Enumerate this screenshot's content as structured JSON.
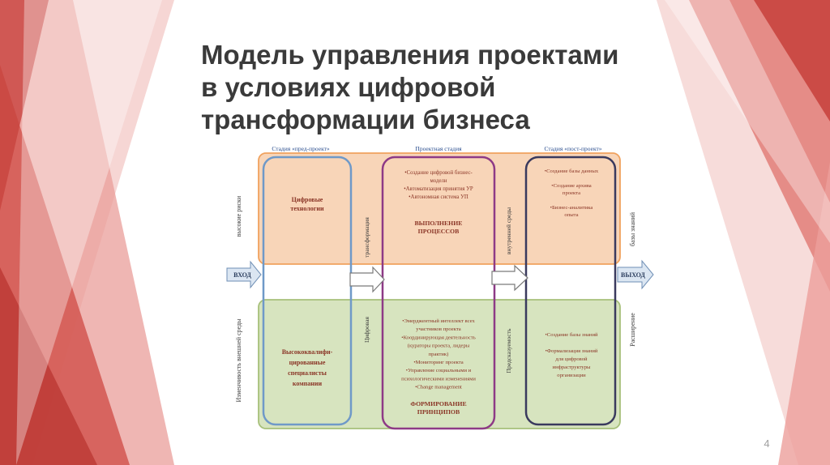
{
  "title": {
    "line1": "Модель управления проектами",
    "line2": "в условиях цифровой",
    "line3": "трансформации бизнеса"
  },
  "page_number": "4",
  "colors": {
    "accent": "#c8443f",
    "orange_zone": "#f8d5b8",
    "orange_border": "#f0a25e",
    "green_zone": "#d7e4bf",
    "green_border": "#a7c07a",
    "pre_col_border": "#6f99c8",
    "mid_col_border": "#8e3a86",
    "post_col_border": "#3a3a5e",
    "header_text": "#2c4f8f",
    "body_text": "#8a3526"
  },
  "diagram": {
    "stage_pre": "Стадия «пред-проект»",
    "stage_mid": "Проектная стадия",
    "stage_post": "Стадия «пост-проект»",
    "left_top_vertical": "высокие риски",
    "left_bottom_vertical": "Изменчивость внешней среды",
    "right_top_vertical": "базы знаний",
    "right_bottom_vertical": "Расширение",
    "gap1_top_vertical": "трансформация",
    "gap1_bottom_vertical": "Цифровая",
    "gap2_top_vertical": "внутренней среды",
    "gap2_bottom_vertical": "Предсказуемость",
    "input_label": "ВХОД",
    "output_label": "ВЫХОД",
    "pre_top": [
      "Цифровые",
      "технологии"
    ],
    "pre_bottom": [
      "Высококвалифи-",
      "цированные",
      "специалисты",
      "компании"
    ],
    "mid_top_items": [
      "•Создание цифровой бизнес-",
      "модели",
      "•Автоматизация принятия УР",
      "•Автономная система УП"
    ],
    "mid_top_heading": [
      "ВЫПОЛНЕНИЕ",
      "ПРОЦЕССОВ"
    ],
    "mid_bottom_items": [
      "•Эмерджентный интеллект всех",
      "участников проекта",
      "•Координирующая деятельность",
      "(кураторы проекта, лидеры",
      "практик)",
      "•Мониторинг проекта",
      "•Управление социальными и",
      "психологическими изменениями",
      "•Change management"
    ],
    "mid_bottom_heading": [
      "ФОРМИРОВАНИЕ",
      "ПРИНЦИПОВ"
    ],
    "post_top_items": [
      "•Создание базы данных",
      "",
      "•Создание архива",
      "проекта",
      "",
      "•Бизнес-аналитика",
      "опыта"
    ],
    "post_bottom_items": [
      "•Создание базы знаний",
      "",
      "•Формализация знаний",
      "для цифровой",
      "инфраструктуры",
      "организации"
    ]
  }
}
